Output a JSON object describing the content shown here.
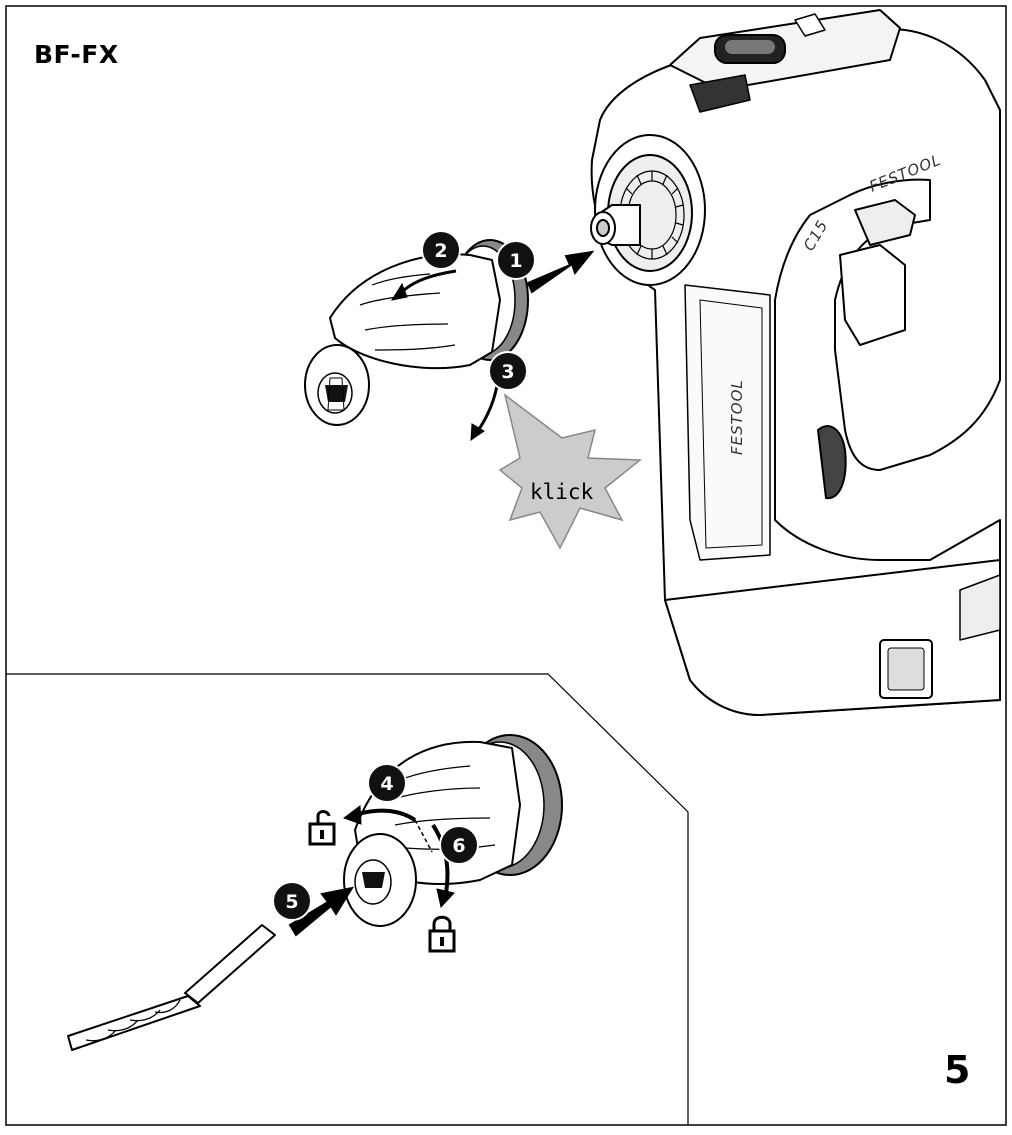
{
  "header": {
    "model": "BF-FX"
  },
  "footer": {
    "page_number": "5"
  },
  "callouts": {
    "klick": "klick",
    "steps": [
      "1",
      "2",
      "3",
      "4",
      "5",
      "6"
    ]
  },
  "tool_markings": {
    "brand_body": "FESTOOL",
    "brand_top": "FESTOOL",
    "model_code": "C15"
  },
  "icons": [
    "open-padlock-icon",
    "closed-padlock-icon"
  ],
  "colors": {
    "line": "#000000",
    "klick_fill": "#cccccc",
    "badge_fill": "#111111",
    "background": "#ffffff"
  }
}
